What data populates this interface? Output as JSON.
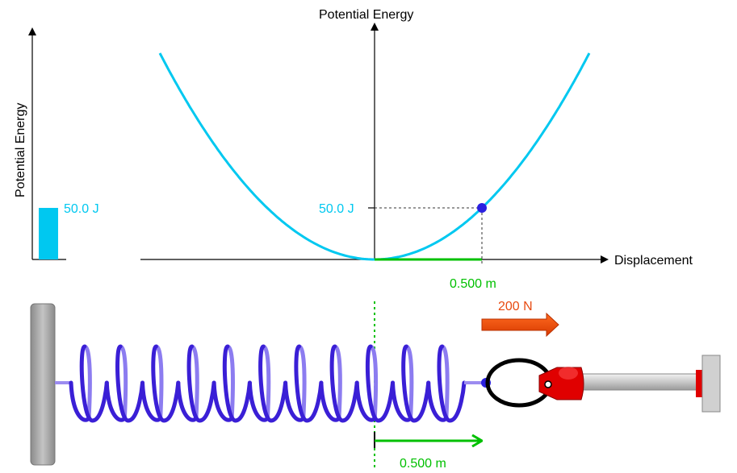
{
  "bar_chart": {
    "ylabel": "Potential Energy",
    "value_label": "50.0 J"
  },
  "energy_graph": {
    "ylabel": "Potential Energy",
    "xlabel": "Displacement",
    "energy_label": "50.0 J",
    "displacement_label": "0.500 m"
  },
  "spring_scene": {
    "force_label": "200 N",
    "displacement_label": "0.500 m",
    "coil_count": 11
  },
  "colors": {
    "curve": "#00c8f0",
    "displacement": "#00c000",
    "force": "#e84a10",
    "spring": "#3a1fd6",
    "marker": "#2a20e0",
    "grabber": "#e00000"
  },
  "chart_data": {
    "type": "line",
    "title": "",
    "xlabel": "Displacement",
    "ylabel": "Potential Energy",
    "series": [
      {
        "values_note": "",
        "x": [
          -0.5,
          0.0,
          0.5
        ],
        "y": [
          50.0,
          0.0,
          50.0
        ]
      }
    ],
    "marker_point": {
      "x": 0.5,
      "y": 50.0
    },
    "bar_value": 50.0,
    "force": 200
  }
}
